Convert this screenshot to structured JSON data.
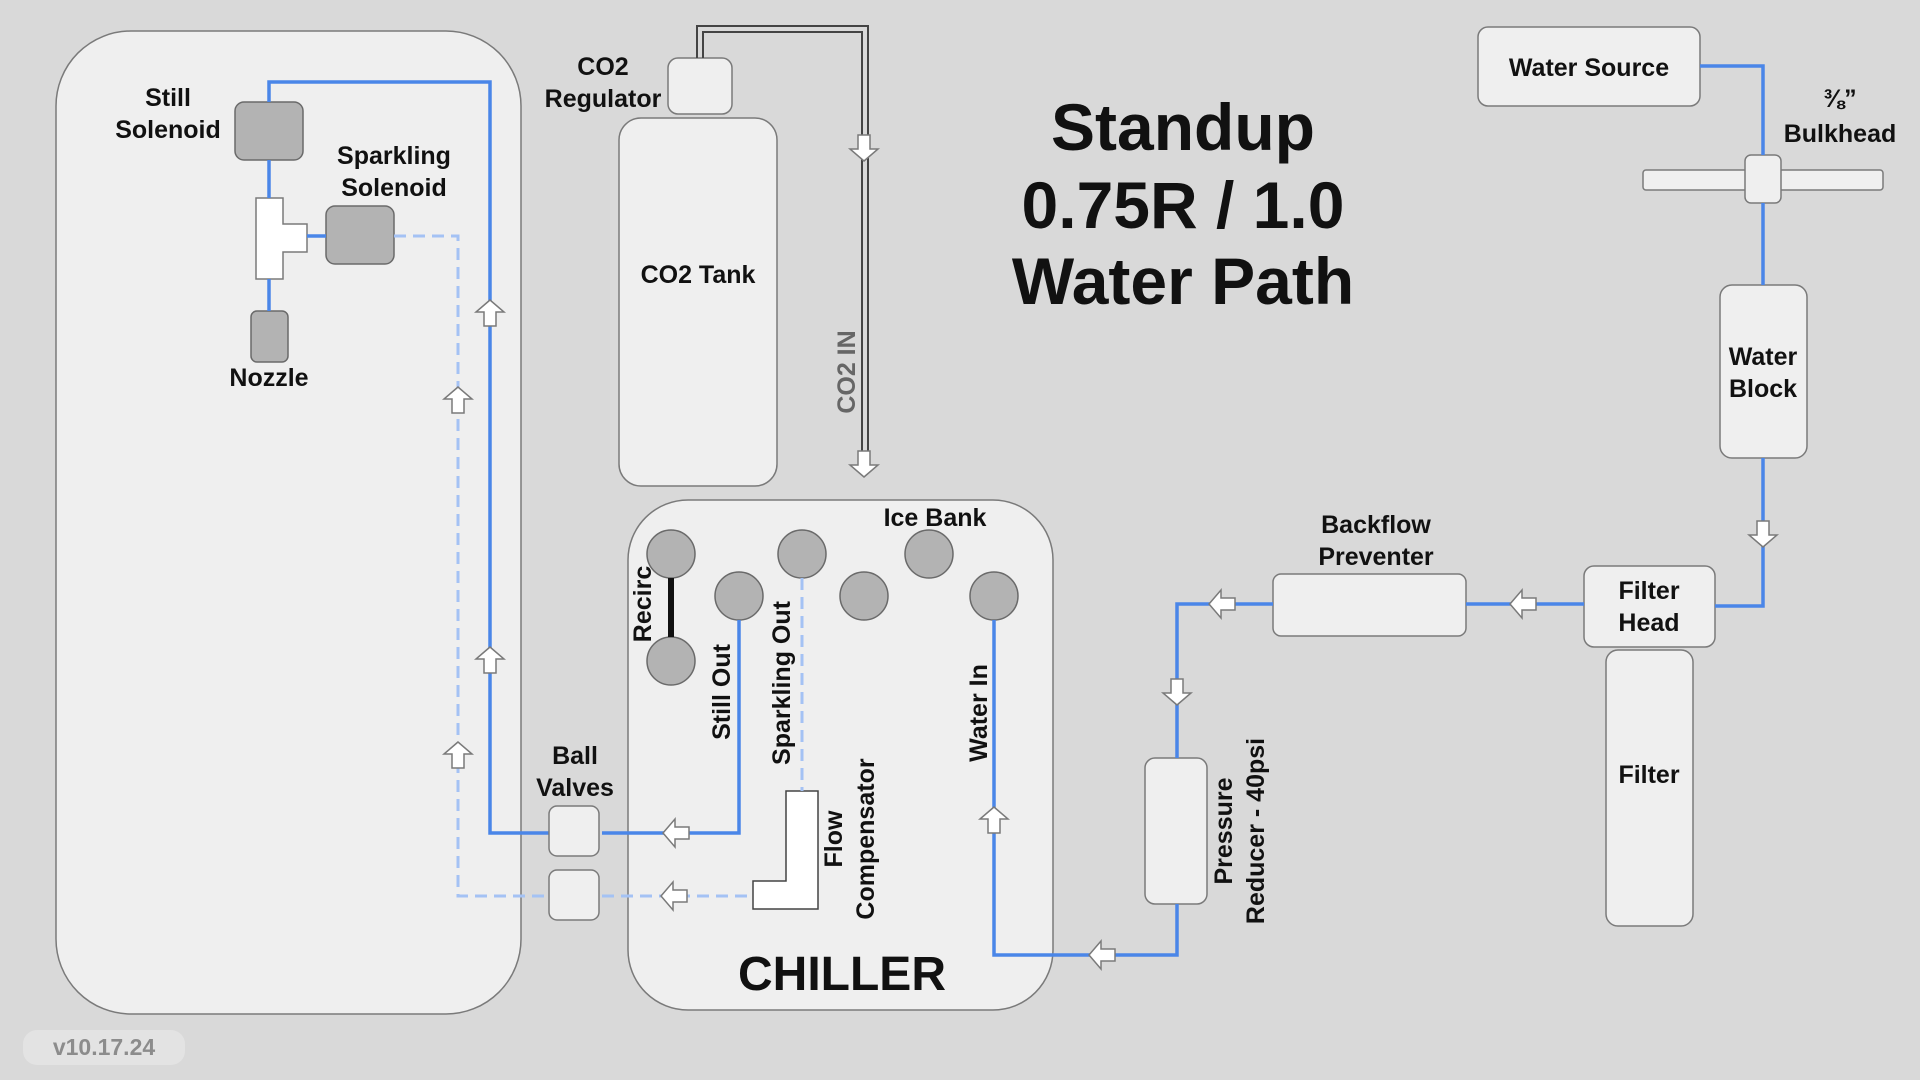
{
  "title": {
    "line1": "Standup",
    "line2": "0.75R / 1.0",
    "line3": "Water Path"
  },
  "labels": {
    "still_solenoid": [
      "Still",
      "Solenoid"
    ],
    "sparkling_solenoid": [
      "Sparkling",
      "Solenoid"
    ],
    "nozzle": "Nozzle",
    "co2_regulator": [
      "CO2",
      "Regulator"
    ],
    "co2_tank": "CO2 Tank",
    "co2_in": "CO2 IN",
    "ice_bank": "Ice Bank",
    "recirc": "Recirc",
    "still_out": "Still Out",
    "sparkling_out": "Sparkling Out",
    "water_in": "Water In",
    "flow_compensator": [
      "Flow",
      "Compensator"
    ],
    "chiller": "CHILLER",
    "ball_valves": [
      "Ball",
      "Valves"
    ],
    "water_source": "Water Source",
    "bulkhead": [
      "⅜”",
      "Bulkhead"
    ],
    "water_block": [
      "Water",
      "Block"
    ],
    "backflow_preventer": [
      "Backflow",
      "Preventer"
    ],
    "filter_head": [
      "Filter",
      "Head"
    ],
    "filter": "Filter",
    "pressure_reducer": [
      "Pressure",
      "Reducer - 40psi"
    ]
  },
  "version": "v10.17.24",
  "colors": {
    "background": "#d9d9d9",
    "water_pipe": "#4a86e8",
    "sparkling_pipe": "#a4c2f4",
    "component_fill": "#efefef",
    "solenoid_fill": "#b3b3b3"
  },
  "icons": {
    "flow_arrow": "flow-arrow-icon"
  }
}
